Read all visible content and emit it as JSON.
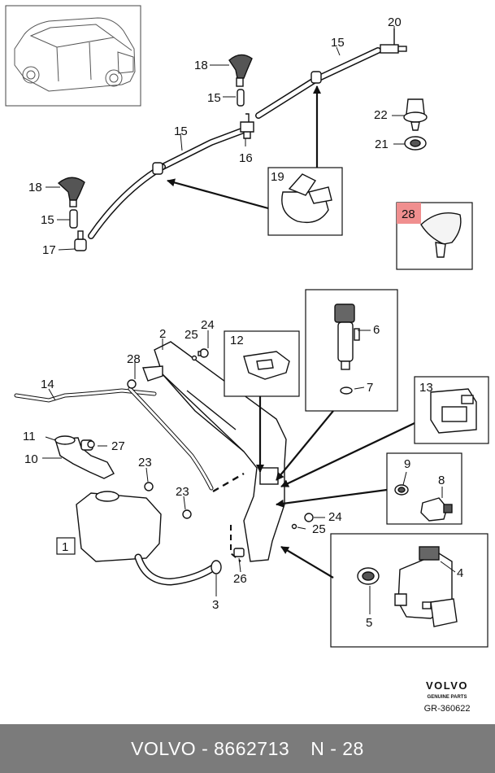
{
  "brand": {
    "logo": "VOLVO",
    "tagline": "GENUINE PARTS",
    "drawing_code": "GR-360622"
  },
  "footer": {
    "manufacturer": "VOLVO",
    "dash1": "-",
    "part_number": "8662713",
    "position_prefix": "N",
    "dash2": "-",
    "position": "28"
  },
  "highlight_color": "#f08f8f",
  "parts": [
    {
      "id": "p20",
      "label": "20"
    },
    {
      "id": "p15a",
      "label": "15"
    },
    {
      "id": "p18a",
      "label": "18"
    },
    {
      "id": "p15b",
      "label": "15"
    },
    {
      "id": "p22",
      "label": "22"
    },
    {
      "id": "p15c",
      "label": "15"
    },
    {
      "id": "p16",
      "label": "16"
    },
    {
      "id": "p21",
      "label": "21"
    },
    {
      "id": "p19",
      "label": "19"
    },
    {
      "id": "p18b",
      "label": "18"
    },
    {
      "id": "p28",
      "label": "28",
      "highlighted": true
    },
    {
      "id": "p15d",
      "label": "15"
    },
    {
      "id": "p17",
      "label": "17"
    },
    {
      "id": "p2",
      "label": "2"
    },
    {
      "id": "p24a",
      "label": "24"
    },
    {
      "id": "p25a",
      "label": "25"
    },
    {
      "id": "p12",
      "label": "12"
    },
    {
      "id": "p6",
      "label": "6"
    },
    {
      "id": "p28b",
      "label": "28"
    },
    {
      "id": "p14",
      "label": "14"
    },
    {
      "id": "p7",
      "label": "7"
    },
    {
      "id": "p13",
      "label": "13"
    },
    {
      "id": "p11",
      "label": "11"
    },
    {
      "id": "p27",
      "label": "27"
    },
    {
      "id": "p10",
      "label": "10"
    },
    {
      "id": "p23a",
      "label": "23"
    },
    {
      "id": "p9",
      "label": "9"
    },
    {
      "id": "p8",
      "label": "8"
    },
    {
      "id": "p23b",
      "label": "23"
    },
    {
      "id": "p24b",
      "label": "24"
    },
    {
      "id": "p25b",
      "label": "25"
    },
    {
      "id": "p1",
      "label": "1"
    },
    {
      "id": "p4",
      "label": "4"
    },
    {
      "id": "p26",
      "label": "26"
    },
    {
      "id": "p3",
      "label": "3"
    },
    {
      "id": "p5",
      "label": "5"
    }
  ]
}
